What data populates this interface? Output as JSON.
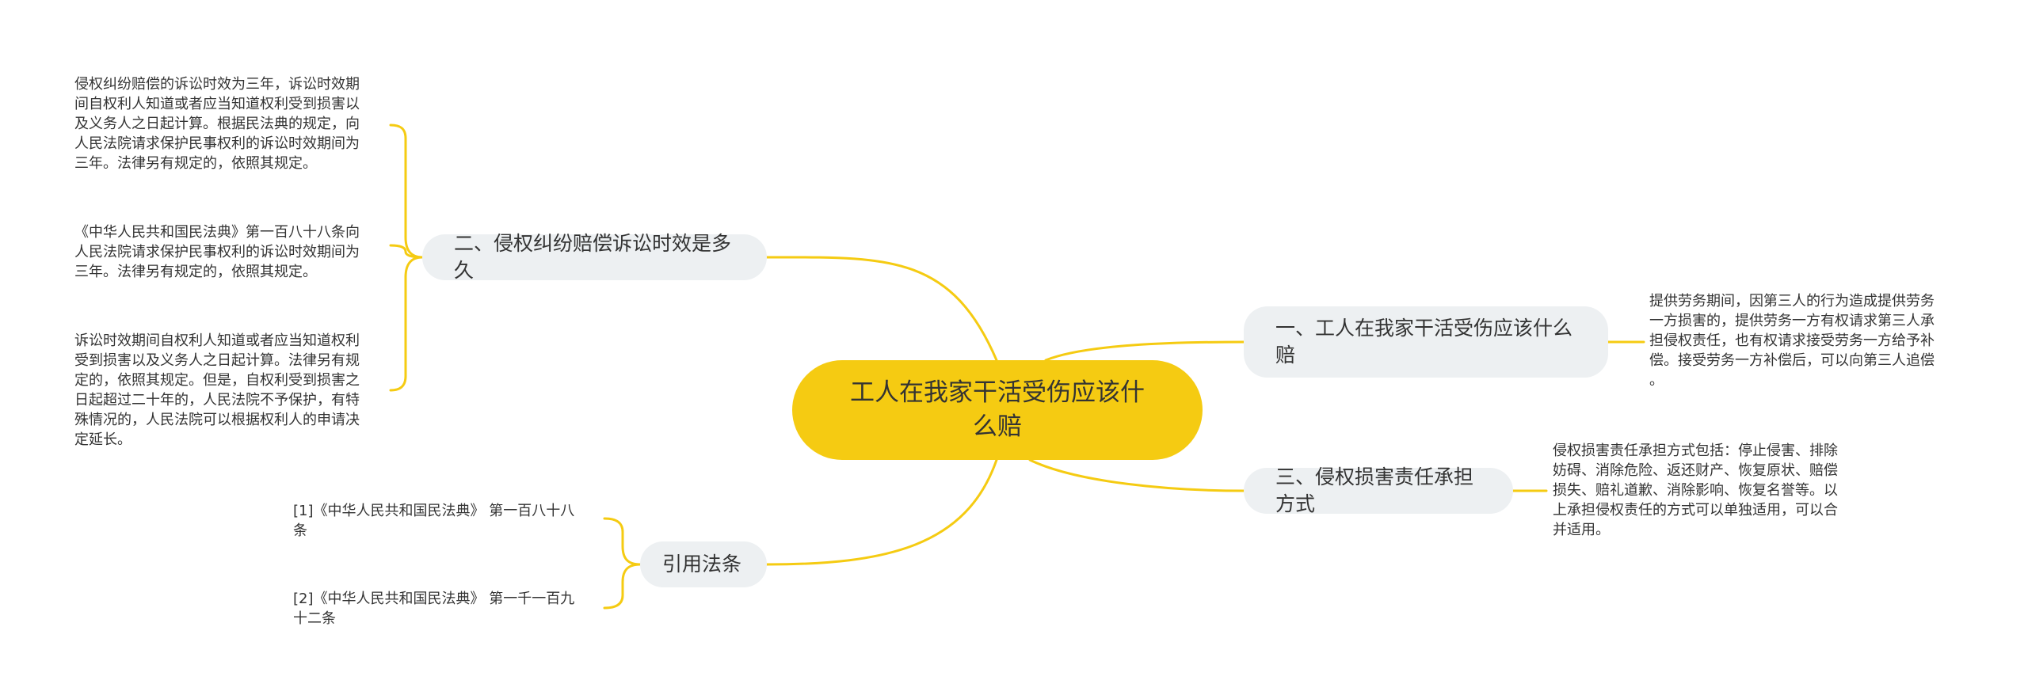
{
  "root": {
    "title": "工人在我家干活受伤应该什么赔"
  },
  "branches": {
    "b1": {
      "label": "一、工人在我家干活受伤应该什么赔",
      "text": "提供劳务期间，因第三人的行为造成提供劳务\n一方损害的，提供劳务一方有权请求第三人承\n担侵权责任，也有权请求接受劳务一方给予补\n偿。接受劳务一方补偿后，可以向第三人追偿\n。"
    },
    "b2": {
      "label": "二、侵权纠纷赔偿诉讼时效是多久",
      "texts": [
        "侵权纠纷赔偿的诉讼时效为三年，诉讼时效期\n间自权利人知道或者应当知道权利受到损害以\n及义务人之日起计算。根据民法典的规定，向\n人民法院请求保护民事权利的诉讼时效期间为\n三年。法律另有规定的，依照其规定。",
        "《中华人民共和国民法典》第一百八十八条向\n人民法院请求保护民事权利的诉讼时效期间为\n三年。法律另有规定的，依照其规定。",
        "诉讼时效期间自权利人知道或者应当知道权利\n受到损害以及义务人之日起计算。法律另有规\n定的，依照其规定。但是，自权利受到损害之\n日起超过二十年的，人民法院不予保护，有特\n殊情况的，人民法院可以根据权利人的申请决\n定延长。"
      ]
    },
    "b3": {
      "label": "三、侵权损害责任承担方式",
      "text": "侵权损害责任承担方式包括：停止侵害、排除\n妨碍、消除危险、返还财产、恢复原状、赔偿\n损失、赔礼道歉、消除影响、恢复名誉等。以\n上承担侵权责任的方式可以单独适用，可以合\n并适用。"
    },
    "b4": {
      "label": "引用法条",
      "refs": [
        "[1]《中华人民共和国民法典》 第一百八十八\n条",
        "[2]《中华人民共和国民法典》 第一千一百九\n十二条"
      ]
    }
  },
  "colors": {
    "root_fill": "#f5cb12",
    "branch_fill": "#edf0f2",
    "connector": "#f5cb12",
    "text": "#333333"
  }
}
